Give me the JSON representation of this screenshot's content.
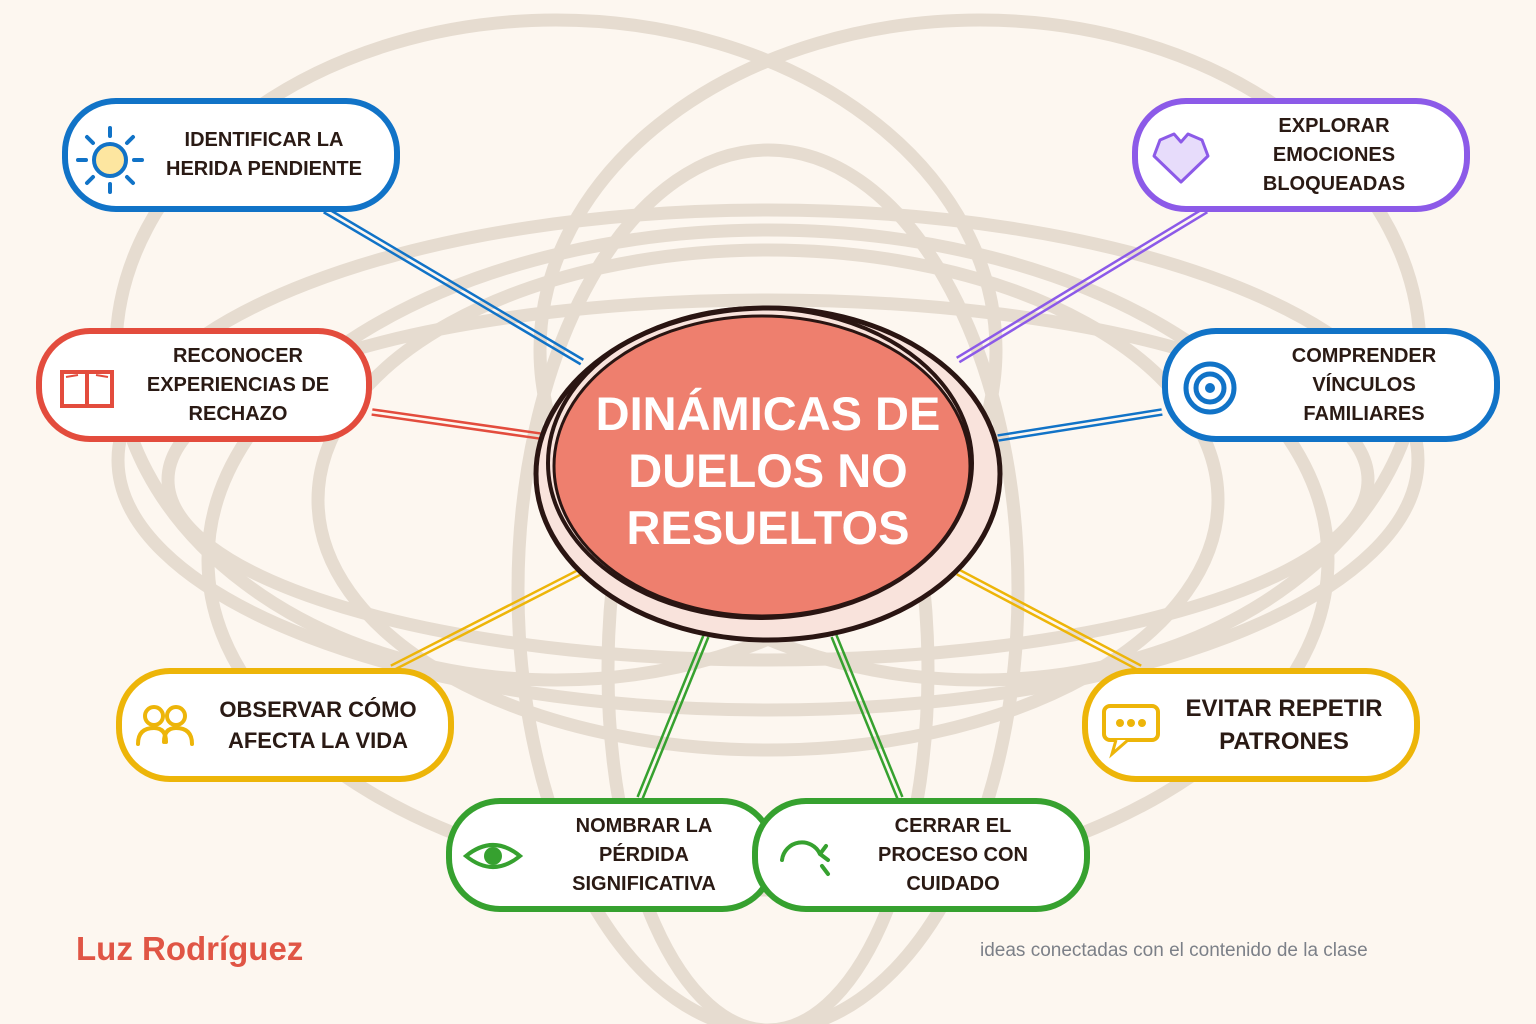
{
  "center": {
    "title": "DINÁMICAS DE\nDUELOS NO\nRESUELTOS",
    "fill": "#ee7f6e",
    "ring": "#2a1512"
  },
  "nodes": [
    {
      "id": "identificar",
      "label": "IDENTIFICAR LA\nHERIDA PENDIENTE",
      "color": "#1173c7",
      "icon": "sun-icon"
    },
    {
      "id": "reconocer",
      "label": "RECONOCER\nEXPERIENCIAS DE\nRECHAZO",
      "color": "#e34c3d",
      "icon": "book-icon"
    },
    {
      "id": "observar",
      "label": "OBSERVAR CÓMO\nAFECTA LA VIDA",
      "color": "#edb509",
      "icon": "people-icon"
    },
    {
      "id": "nombrar",
      "label": "NOMBRAR LA\nPÉRDIDA\nSIGNIFICATIVA",
      "color": "#36a12f",
      "icon": "eye-icon"
    },
    {
      "id": "cerrar",
      "label": "CERRAR EL\nPROCESO CON\nCUIDADO",
      "color": "#36a12f",
      "icon": "refresh-arrow-icon"
    },
    {
      "id": "evitar",
      "label": "EVITAR REPETIR\nPATRONES",
      "color": "#edb509",
      "icon": "speech-bubble-icon"
    },
    {
      "id": "comprender",
      "label": "COMPRENDER\nVÍNCULOS\nFAMILIARES",
      "color": "#1173c7",
      "icon": "target-icon"
    },
    {
      "id": "explorar",
      "label": "EXPLORAR\nEMOCIONES\nBLOQUEADAS",
      "color": "#8c5ae8",
      "icon": "heart-icon"
    }
  ],
  "author": "Luz Rodríguez",
  "footer": "ideas conectadas con el contenido de la clase",
  "colors": {
    "background": "#fdf7f0",
    "decor_rings": "#e6dcd0",
    "author": "#e05545",
    "footer": "#7c8088"
  }
}
